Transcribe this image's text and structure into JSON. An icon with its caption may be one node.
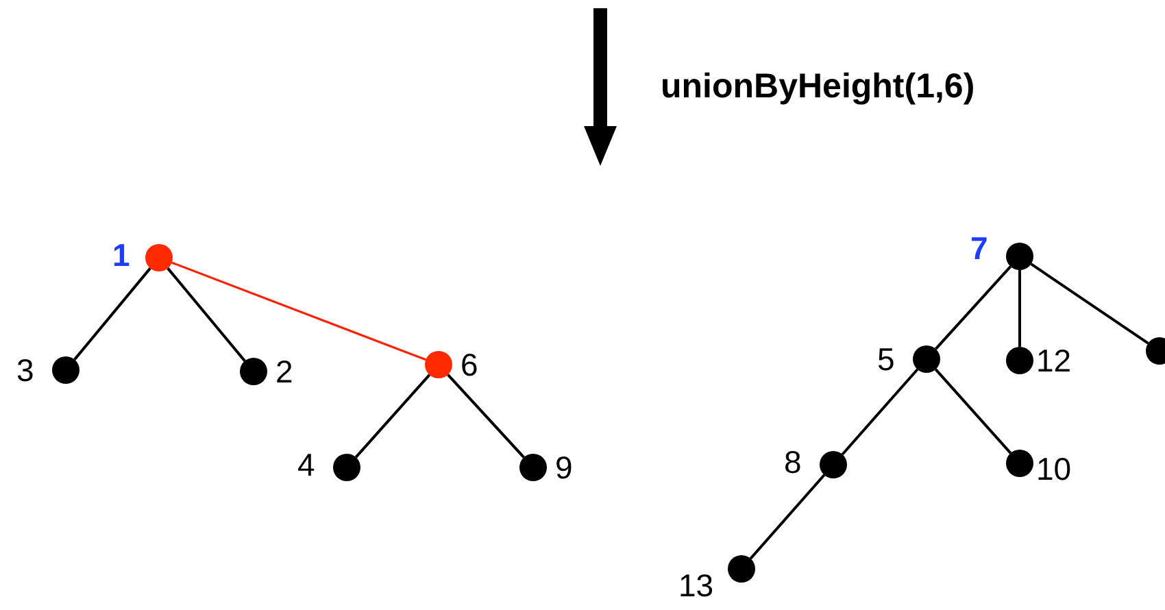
{
  "diagram": {
    "nodes": [
      {
        "text": [],
        "shape": "circle",
        "beside": [
          "1"
        ]
      },
      {
        "text": [],
        "shape": "circle",
        "beside": [
          "3"
        ]
      },
      {
        "text": [],
        "shape": "circle",
        "beside": [
          "2"
        ]
      },
      {
        "text": [],
        "shape": "circle",
        "beside": [
          "6"
        ]
      },
      {
        "text": [],
        "shape": "circle",
        "beside": [
          "4"
        ]
      },
      {
        "text": [],
        "shape": "circle",
        "beside": [
          "9"
        ]
      },
      {
        "text": [],
        "shape": "circle",
        "beside": [
          "7"
        ]
      },
      {
        "text": [],
        "shape": "circle",
        "beside": [
          "5"
        ]
      },
      {
        "text": [],
        "shape": "circle",
        "beside": [
          "12"
        ]
      },
      {
        "text": [],
        "shape": "circle"
      },
      {
        "text": [],
        "shape": "circle",
        "beside": [
          "8"
        ]
      },
      {
        "text": [],
        "shape": "circle",
        "beside": [
          "10"
        ]
      },
      {
        "text": [],
        "shape": "circle",
        "beside": [
          "13"
        ]
      }
    ],
    "edges": [
      {
        "from": 0,
        "to": 1,
        "arrow": "none"
      },
      {
        "from": 0,
        "to": 2,
        "arrow": "none"
      },
      {
        "from": 0,
        "to": 3,
        "arrow": "none",
        "color": "#ff2200"
      },
      {
        "from": 3,
        "to": 4,
        "arrow": "none"
      },
      {
        "from": 3,
        "to": 5,
        "arrow": "none"
      },
      {
        "from": 6,
        "to": 7,
        "arrow": "none"
      },
      {
        "from": 6,
        "to": 8,
        "arrow": "none"
      },
      {
        "from": 6,
        "to": 9,
        "arrow": "none"
      },
      {
        "from": 7,
        "to": 10,
        "arrow": "none"
      },
      {
        "from": 7,
        "to": 11,
        "arrow": "none"
      },
      {
        "from": 10,
        "to": 12,
        "arrow": "none"
      }
    ],
    "labels": [
      "unionByHeight(1,6)"
    ]
  }
}
